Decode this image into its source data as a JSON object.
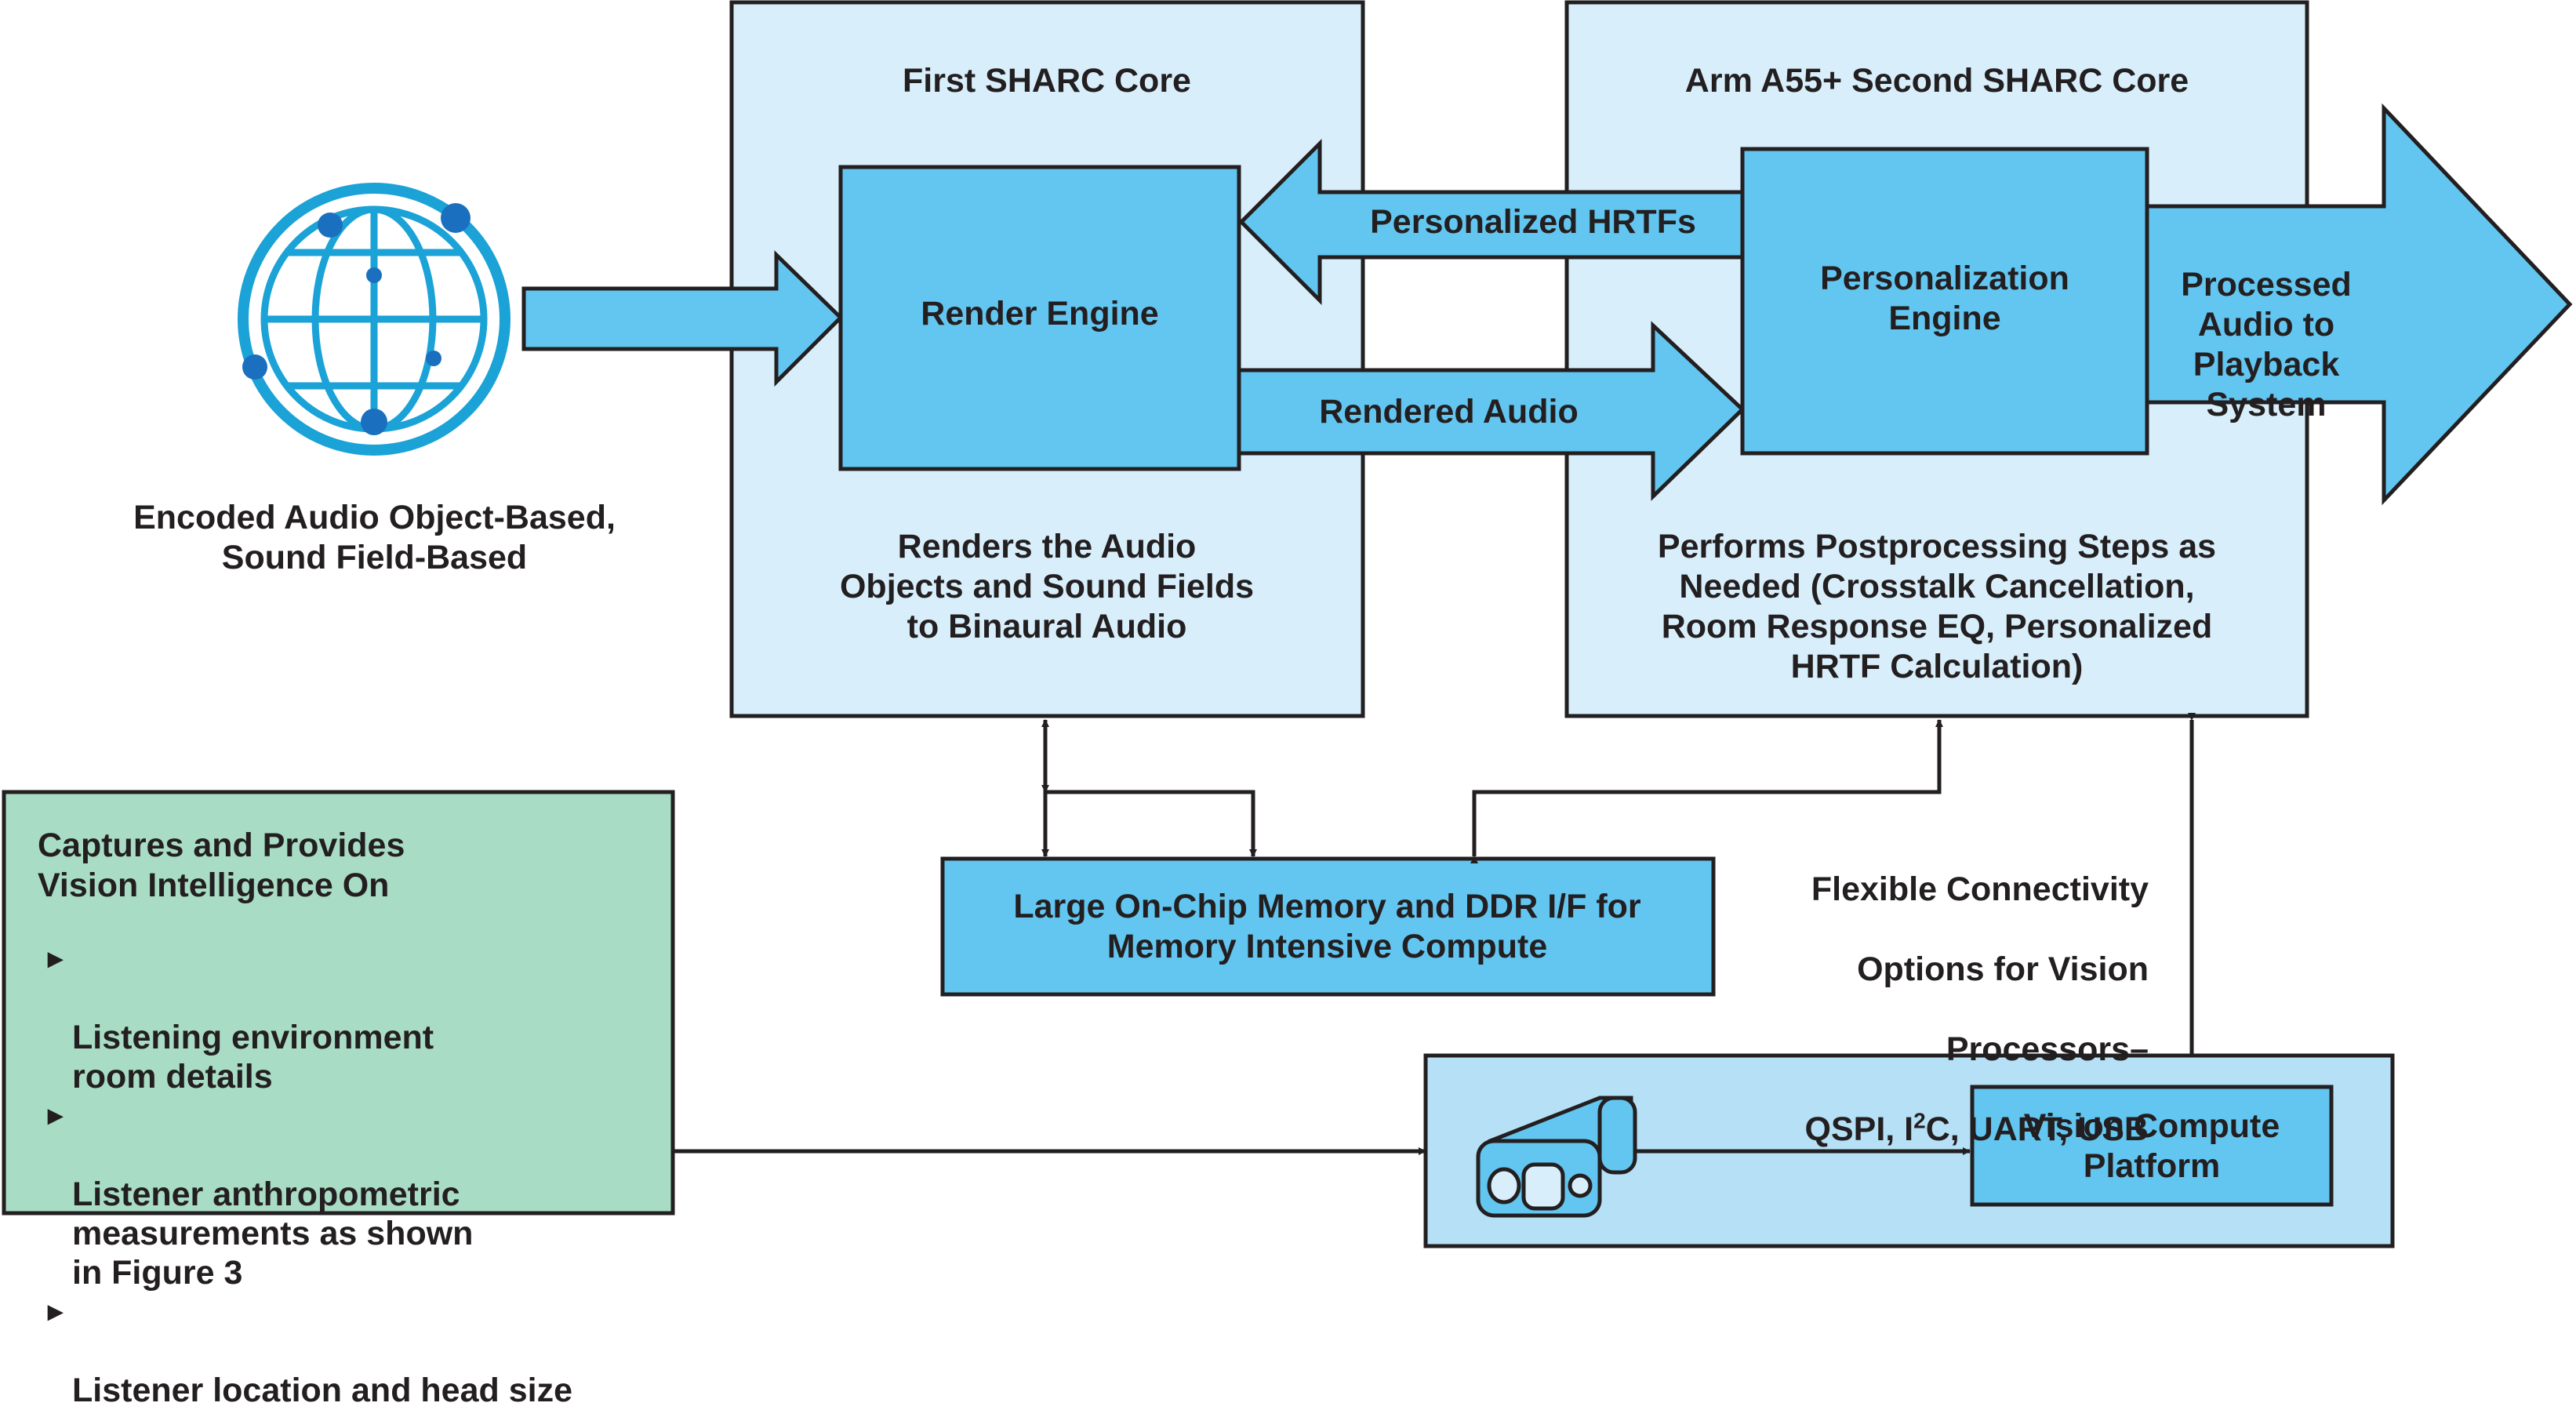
{
  "colors": {
    "outline": "#231f20",
    "panel_fill": "#d8effb",
    "block_fill": "#63c6f0",
    "bottom_panel_fill": "#b6e0f6",
    "vision_panel_fill": "#a9dcc5",
    "globe_color": "#1ba2d6",
    "globe_dot": "#1b6fbf"
  },
  "source": {
    "icon": "globe-icon",
    "label": "Encoded Audio Object-Based,\nSound Field-Based"
  },
  "first_core": {
    "title": "First SHARC Core",
    "engine": "Render Engine",
    "description": "Renders the Audio\nObjects and Sound Fields\nto Binaural Audio"
  },
  "second_core": {
    "title": "Arm A55+ Second SHARC Core",
    "engine": "Personalization\nEngine",
    "description": "Performs Postprocessing Steps as\nNeeded (Crosstalk Cancellation,\nRoom Response EQ, Personalized\nHRTF Calculation)"
  },
  "flows": {
    "hrtf": "Personalized HRTFs",
    "rendered": "Rendered Audio",
    "output": "Processed Audio to\nPlayback System"
  },
  "memory": {
    "label": "Large On-Chip Memory and DDR I/F for\nMemory Intensive Compute"
  },
  "connectivity": {
    "line1": "Flexible Connectivity",
    "line2": "Options for Vision",
    "line3": "Processors–",
    "line4_prefix": "QSPI, I",
    "line4_sup": "2",
    "line4_suffix": "C, UART, USB"
  },
  "vision": {
    "title": "Captures and Provides\nVision Intelligence On",
    "bullet_marker": "►",
    "items": [
      "Listening environment\nroom details",
      "Listener anthropometric\nmeasurements as shown\nin Figure 3",
      "Listener location and head size"
    ]
  },
  "camera": {
    "icon": "camera-icon"
  },
  "compute": {
    "label": "Vision Compute\nPlatform"
  }
}
